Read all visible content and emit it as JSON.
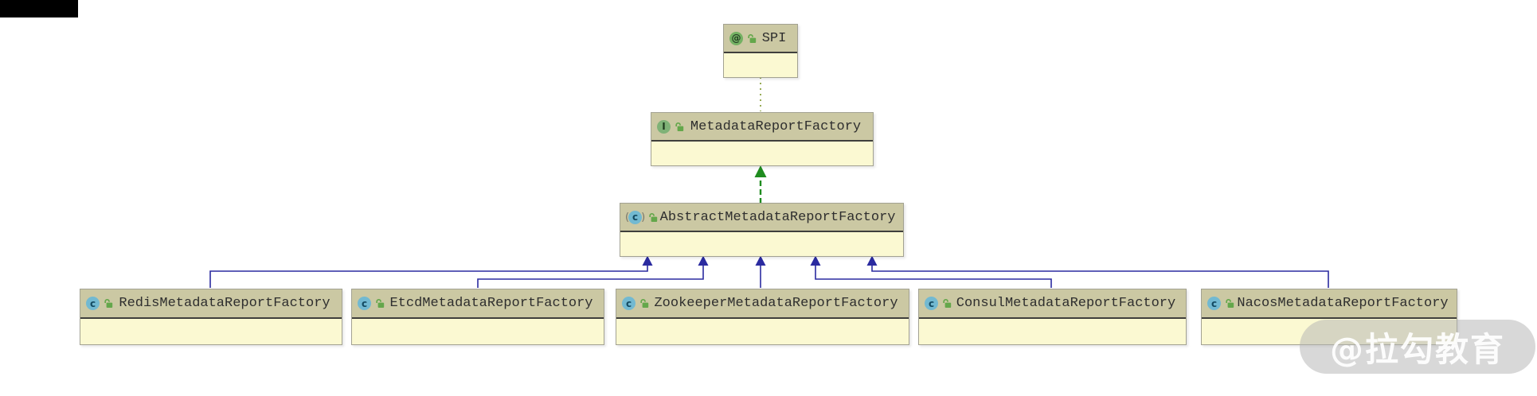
{
  "diagram": {
    "type": "uml-class-hierarchy",
    "nodes": {
      "spi": {
        "label": "SPI",
        "kind": "annotation"
      },
      "metadata_report_factory": {
        "label": "MetadataReportFactory",
        "kind": "interface"
      },
      "abstract_metadata_report_factory": {
        "label": "AbstractMetadataReportFactory",
        "kind": "abstract-class"
      },
      "redis": {
        "label": "RedisMetadataReportFactory",
        "kind": "class"
      },
      "etcd": {
        "label": "EtcdMetadataReportFactory",
        "kind": "class"
      },
      "zookeeper": {
        "label": "ZookeeperMetadataReportFactory",
        "kind": "class"
      },
      "consul": {
        "label": "ConsulMetadataReportFactory",
        "kind": "class"
      },
      "nacos": {
        "label": "NacosMetadataReportFactory",
        "kind": "class"
      }
    },
    "icon_glyphs": {
      "annotation": "@",
      "interface": "I",
      "class": "c",
      "paren_open": "(",
      "paren_close": ")"
    },
    "edges": [
      {
        "from": "MetadataReportFactory",
        "to": "SPI",
        "type": "annotated-with",
        "style": "green-dotted"
      },
      {
        "from": "AbstractMetadataReportFactory",
        "to": "MetadataReportFactory",
        "type": "implements",
        "style": "green-dashed-arrow"
      },
      {
        "from": "RedisMetadataReportFactory",
        "to": "AbstractMetadataReportFactory",
        "type": "extends",
        "style": "blue-solid-arrow"
      },
      {
        "from": "EtcdMetadataReportFactory",
        "to": "AbstractMetadataReportFactory",
        "type": "extends",
        "style": "blue-solid-arrow"
      },
      {
        "from": "ZookeeperMetadataReportFactory",
        "to": "AbstractMetadataReportFactory",
        "type": "extends",
        "style": "blue-solid-arrow"
      },
      {
        "from": "ConsulMetadataReportFactory",
        "to": "AbstractMetadataReportFactory",
        "type": "extends",
        "style": "blue-solid-arrow"
      },
      {
        "from": "NacosMetadataReportFactory",
        "to": "AbstractMetadataReportFactory",
        "type": "extends",
        "style": "blue-solid-arrow"
      }
    ],
    "colors": {
      "node_header_fill": "#cbc8a3",
      "node_body_fill": "#fbf9d2",
      "extends_line": "#2b2ba0",
      "implements_line": "#1f8c1f",
      "annotation_dotted_line": "#97ab56",
      "class_icon": "#72b9d1",
      "interface_icon": "#7fb277",
      "annotation_icon": "#74b163",
      "lock_icon": "#64a74b"
    }
  },
  "watermark": {
    "text": "@拉勾教育"
  }
}
